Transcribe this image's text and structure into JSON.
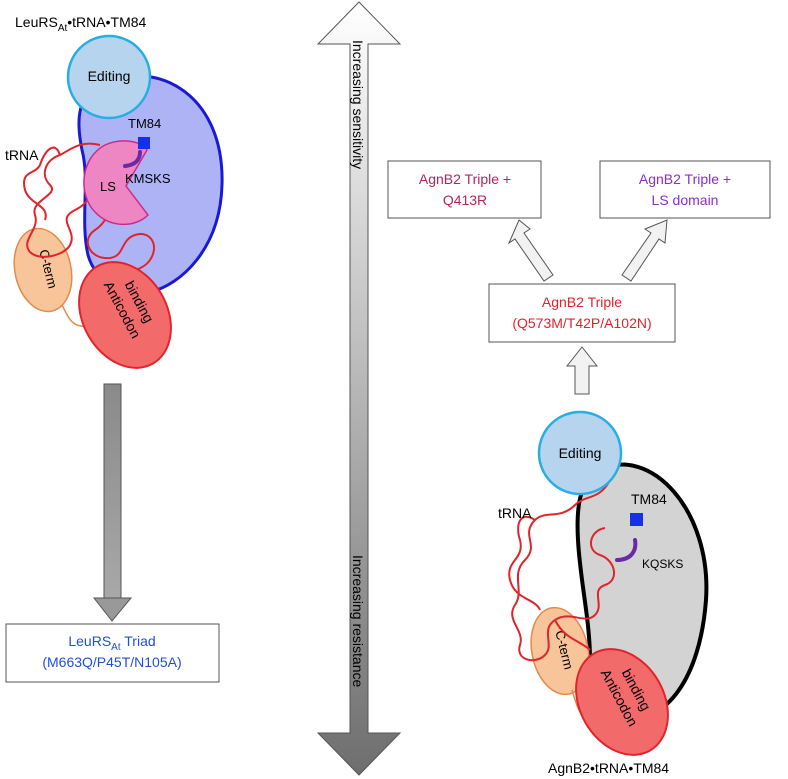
{
  "left_complex": {
    "title_main": "LeuRS",
    "title_sub": "At",
    "title_rest": "•tRNA•TM84",
    "editing": "Editing",
    "trna": "tRNA",
    "ls": "LS",
    "tm84": "TM84",
    "motif": "KMSKS",
    "cterm": "C-term",
    "anticodon_1": "Anticodon",
    "anticodon_2": "binding"
  },
  "left_result": {
    "line1_main": "LeuRS",
    "line1_sub": "At",
    "line1_rest": " Triad",
    "line2": "(M663Q/P45T/N105A)"
  },
  "gradient_arrow": {
    "top_label": "Increasing sensitivity",
    "bottom_label": "Increasing resistance"
  },
  "right_boxes": {
    "q413r_line1": "AgnB2 Triple +",
    "q413r_line2": "Q413R",
    "ls_line1": "AgnB2 Triple +",
    "ls_line2": "LS domain",
    "triple_line1": "AgnB2 Triple",
    "triple_line2": "(Q573M/T42P/A102N)"
  },
  "right_complex": {
    "editing": "Editing",
    "trna": "tRNA",
    "tm84": "TM84",
    "motif": "KQSKS",
    "cterm": "C-term",
    "anticodon_1": "Anticodon",
    "anticodon_2": "binding",
    "title": "AgnB2•tRNA•TM84"
  },
  "colors": {
    "red_text": "#e0242b",
    "blue_text": "#1f4fd8",
    "magenta_text": "#b3245f",
    "purple_text": "#8a2fc9",
    "editing_fill": "#b7d4ee",
    "editing_stroke": "#27aee3",
    "left_body_fill": "#aeb3f5",
    "left_body_stroke": "#1a1ad6",
    "right_body_fill": "#d3d3d3",
    "ls_fill": "#ef86c4",
    "cterm_fill": "#f8c49a",
    "anticodon_fill": "#f36a6a",
    "tm84_square": "#1530e6",
    "motif_purple": "#6a2aa6"
  }
}
